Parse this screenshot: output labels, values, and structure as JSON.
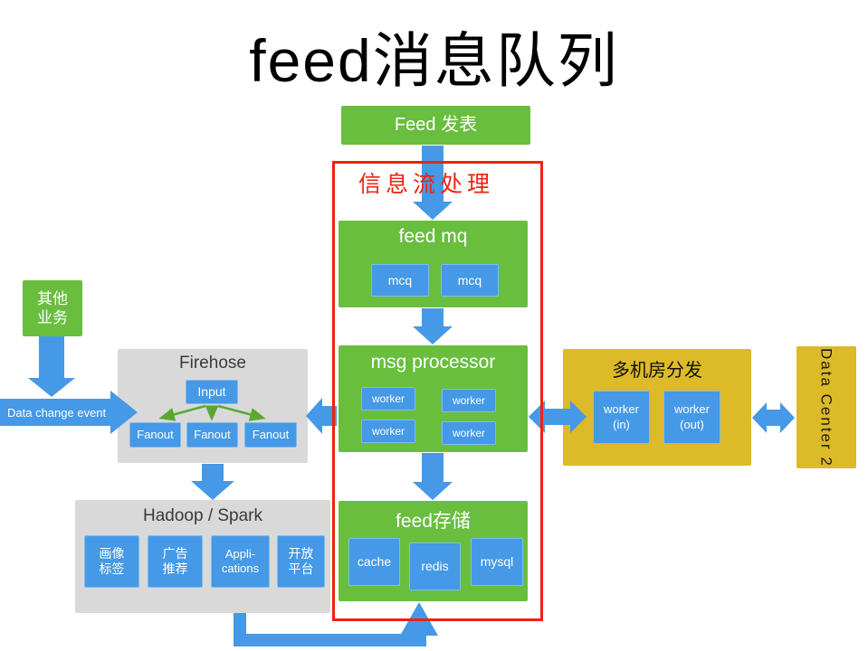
{
  "title": "feed消息队列",
  "colors": {
    "green": "#69be3e",
    "blue": "#4599e6",
    "blue_border": "#7ebdf1",
    "gray": "#d9d9d9",
    "gold": "#ddba27",
    "red": "#ee2211",
    "text_dark": "#3a3a3a",
    "fan_green": "#5aa832"
  },
  "publish_box": {
    "label": "Feed 发表"
  },
  "pipeline": {
    "label": "信息流处理",
    "feed_mq": {
      "label": "feed mq",
      "items": [
        "mcq",
        "mcq"
      ]
    },
    "msg_processor": {
      "label": "msg processor",
      "items": [
        "worker",
        "worker",
        "worker",
        "worker"
      ]
    },
    "feed_storage": {
      "label": "feed存储",
      "items": [
        "cache",
        "redis",
        "mysql"
      ]
    }
  },
  "left_flow": {
    "other_business": {
      "line1": "其他",
      "line2": "业务"
    },
    "data_change_event": "Data change event",
    "firehose": {
      "label": "Firehose",
      "input": "Input",
      "fanouts": [
        "Fanout",
        "Fanout",
        "Fanout"
      ]
    },
    "hadoop": {
      "label": "Hadoop / Spark",
      "items": [
        {
          "line1": "画像",
          "line2": "标签"
        },
        {
          "line1": "广告",
          "line2": "推荐"
        },
        {
          "line1": "Appli-",
          "line2": "cations"
        },
        {
          "line1": "开放",
          "line2": "平台"
        }
      ]
    }
  },
  "right_flow": {
    "multi_dc": {
      "label": "多机房分发",
      "workers": [
        {
          "line1": "worker",
          "line2": "(in)"
        },
        {
          "line1": "worker",
          "line2": "(out)"
        }
      ]
    },
    "data_center": {
      "label": "Data Center 2"
    }
  }
}
